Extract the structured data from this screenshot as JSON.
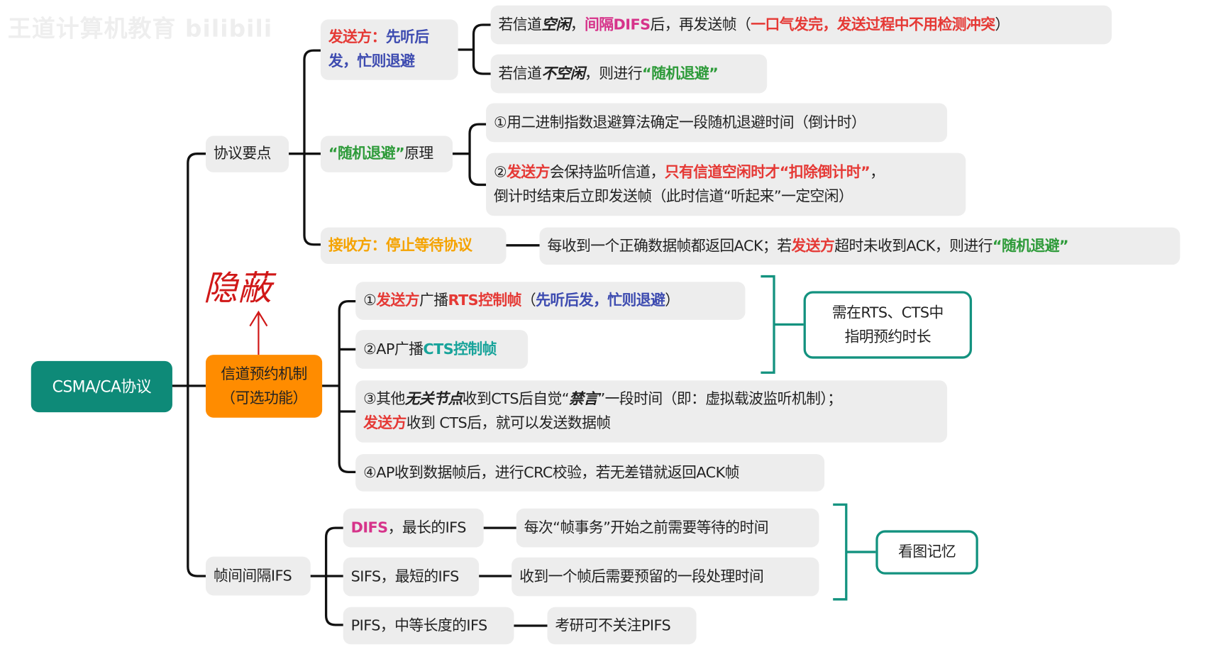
{
  "watermark": "王道计算机教育 bilibili",
  "annotation": "隐蔽",
  "colors": {
    "root": "#0e8a78",
    "highlight": "#ff8c00",
    "bracket": "#13927f",
    "red": "#e53935",
    "blue": "#3d4bb0",
    "green": "#2e9b3a",
    "magenta": "#d6338a",
    "orange": "#f5a300",
    "teal": "#17a39a"
  },
  "root": "CSMA/CA协议",
  "protocol": {
    "label": "协议要点",
    "sender": {
      "lines": [
        [
          {
            "t": "发送方：",
            "c": "r"
          },
          {
            "t": "先听后",
            "c": "b"
          }
        ],
        [
          {
            "t": "发，忙则退避",
            "c": "b"
          }
        ]
      ]
    },
    "sender_idle": [
      [
        {
          "t": "若信道"
        },
        {
          "t": "空闲",
          "c": "i"
        },
        {
          "t": "，"
        },
        {
          "t": "间隔DIFS",
          "c": "m"
        },
        {
          "t": "后，再发送帧（"
        },
        {
          "t": "一口气发完，发送过程中不用检测冲突",
          "c": "r"
        },
        {
          "t": "）"
        }
      ]
    ],
    "sender_busy": [
      [
        {
          "t": "若信道"
        },
        {
          "t": "不空闲",
          "c": "i"
        },
        {
          "t": "，则进行"
        },
        {
          "t": "“随机退避”",
          "c": "g"
        }
      ]
    ],
    "backoff": [
      [
        {
          "t": "“随机退避”",
          "c": "g"
        },
        {
          "t": "原理"
        }
      ]
    ],
    "backoff_1": [
      [
        {
          "t": "①用二进制指数退避算法确定一段随机退避时间（倒计时）"
        }
      ]
    ],
    "backoff_2": [
      [
        {
          "t": "②"
        },
        {
          "t": "发送方",
          "c": "r"
        },
        {
          "t": "会保持监听信道，"
        },
        {
          "t": "只有信道空闲时才“扣除倒计时”",
          "c": "r"
        },
        {
          "t": "，"
        }
      ],
      [
        {
          "t": "倒计时结束后立即发送帧（此时信道“听起来”一定空闲）"
        }
      ]
    ],
    "receiver": [
      [
        {
          "t": "接收方：停止等待协议",
          "c": "o"
        }
      ]
    ],
    "receiver_detail": [
      [
        {
          "t": "每收到一个正确数据帧都返回ACK；若"
        },
        {
          "t": "发送方",
          "c": "r"
        },
        {
          "t": "超时未收到ACK，则进行"
        },
        {
          "t": "“随机退避”",
          "c": "g"
        }
      ]
    ]
  },
  "reservation": {
    "lines": [
      [
        {
          "t": "信道预约机制"
        }
      ],
      [
        {
          "t": "（可选功能）"
        }
      ]
    ],
    "step1": [
      [
        {
          "t": "①"
        },
        {
          "t": "发送方",
          "c": "r"
        },
        {
          "t": "广播"
        },
        {
          "t": "RTS控制帧",
          "c": "r"
        },
        {
          "t": "（"
        },
        {
          "t": "先听后发，忙则退避",
          "c": "b"
        },
        {
          "t": "）"
        }
      ]
    ],
    "step2": [
      [
        {
          "t": "②AP广播"
        },
        {
          "t": "CTS控制帧",
          "c": "t"
        }
      ]
    ],
    "step3": [
      [
        {
          "t": "③其他"
        },
        {
          "t": "无关节点",
          "c": "i"
        },
        {
          "t": "收到CTS后自觉“"
        },
        {
          "t": "禁言",
          "c": "i"
        },
        {
          "t": "”一段时间（即：虚拟载波监听机制）；"
        }
      ],
      [
        {
          "t": " "
        },
        {
          "t": "发送方",
          "c": "r"
        },
        {
          "t": "收到 CTS后，就可以发送数据帧"
        }
      ]
    ],
    "step4": [
      [
        {
          "t": "④AP收到数据帧后，进行CRC校验，若无差错就返回ACK帧"
        }
      ]
    ],
    "note": [
      [
        {
          "t": "需在RTS、CTS中"
        }
      ],
      [
        {
          "t": "指明预约时长"
        }
      ]
    ]
  },
  "ifs": {
    "label": "帧间间隔IFS",
    "difs": [
      [
        {
          "t": "DIFS",
          "c": "m"
        },
        {
          "t": "，最长的IFS"
        }
      ]
    ],
    "difs_desc": [
      [
        {
          "t": "每次“帧事务”开始之前需要等待的时间"
        }
      ]
    ],
    "sifs": [
      [
        {
          "t": "SIFS，最短的IFS"
        }
      ]
    ],
    "sifs_desc": [
      [
        {
          "t": "收到一个帧后需要预留的一段处理时间"
        }
      ]
    ],
    "pifs": [
      [
        {
          "t": "PIFS，中等长度的IFS"
        }
      ]
    ],
    "pifs_desc": [
      [
        {
          "t": "考研可不关注PIFS"
        }
      ]
    ],
    "note": [
      [
        {
          "t": "看图记忆"
        }
      ]
    ]
  }
}
